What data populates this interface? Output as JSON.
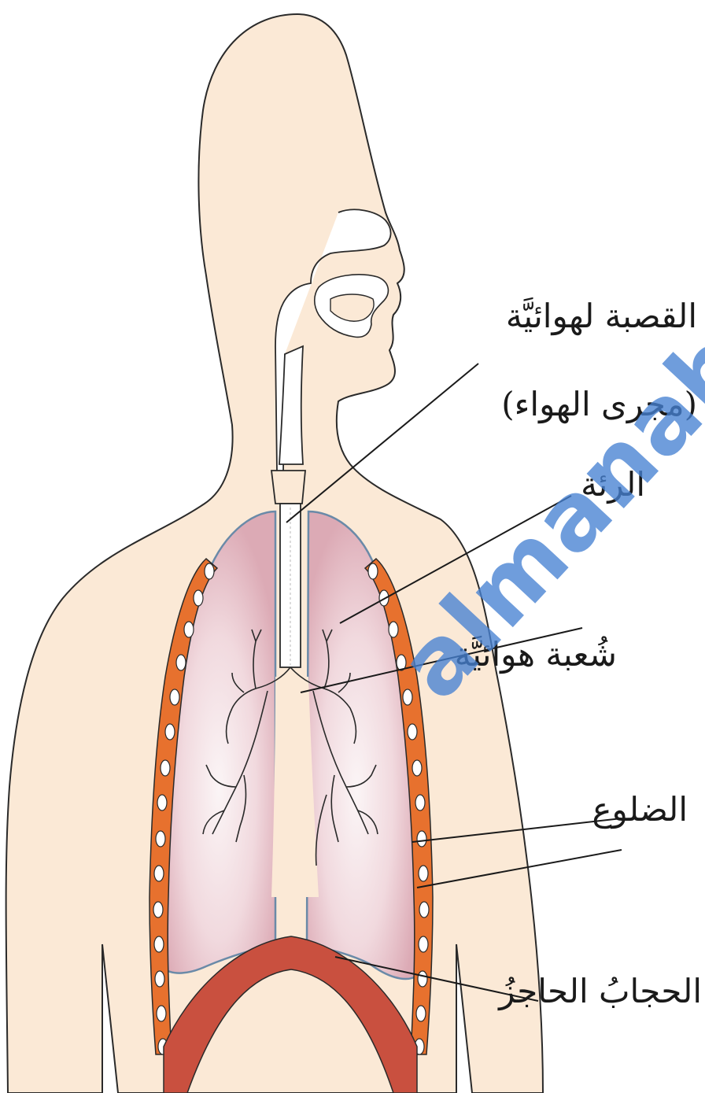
{
  "labels": {
    "trachea": "القصبة لهوائيَّة",
    "airway": "(مجرى الهواء)",
    "lung": "الرئة",
    "bronchus": "شُعبة هوائيَّة",
    "ribs": "الضلوع",
    "diaphragm": "الحجابُ الحاجزُ"
  },
  "watermark": "almanahj",
  "colors": {
    "skin": "#fbe9d6",
    "lung": "#e9c3cc",
    "rib_muscle": "#e7712e",
    "diaphragm": "#c9503f",
    "outline": "#2a2a2a",
    "watermark": "#4682d2"
  }
}
